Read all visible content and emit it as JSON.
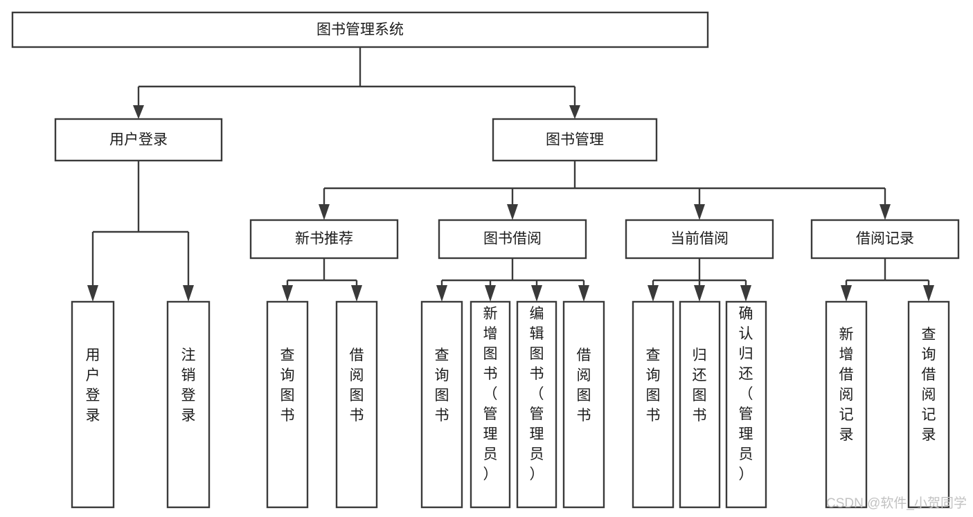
{
  "diagram": {
    "type": "tree",
    "title": "图书管理系统",
    "orientation": "top-down",
    "levels": 4,
    "colors": {
      "stroke": "#3a3a3a",
      "fill": "#ffffff",
      "text": "#1b1b1b",
      "watermark": "#c2c2c2",
      "background": "#ffffff"
    },
    "root": {
      "label": "图书管理系统"
    },
    "level2": [
      {
        "label": "用户登录"
      },
      {
        "label": "图书管理"
      }
    ],
    "level3": [
      {
        "label": "新书推荐"
      },
      {
        "label": "图书借阅"
      },
      {
        "label": "当前借阅"
      },
      {
        "label": "借阅记录"
      }
    ],
    "leaves": {
      "user_login": [
        {
          "label": "用户登录"
        },
        {
          "label": "注销登录"
        }
      ],
      "new_book_recommend": [
        {
          "label": "查询图书"
        },
        {
          "label": "借阅图书"
        }
      ],
      "book_borrow": [
        {
          "label": "查询图书"
        },
        {
          "label": "新增图书（管理员）"
        },
        {
          "label": "编辑图书（管理员）"
        },
        {
          "label": "借阅图书"
        }
      ],
      "current_borrow": [
        {
          "label": "查询图书"
        },
        {
          "label": "归还图书"
        },
        {
          "label": "确认归还（管理员）"
        }
      ],
      "borrow_record": [
        {
          "label": "新增借阅记录"
        },
        {
          "label": "查询借阅记录"
        }
      ]
    }
  },
  "watermark": {
    "text": "CSDN @软件_小贺同学"
  }
}
